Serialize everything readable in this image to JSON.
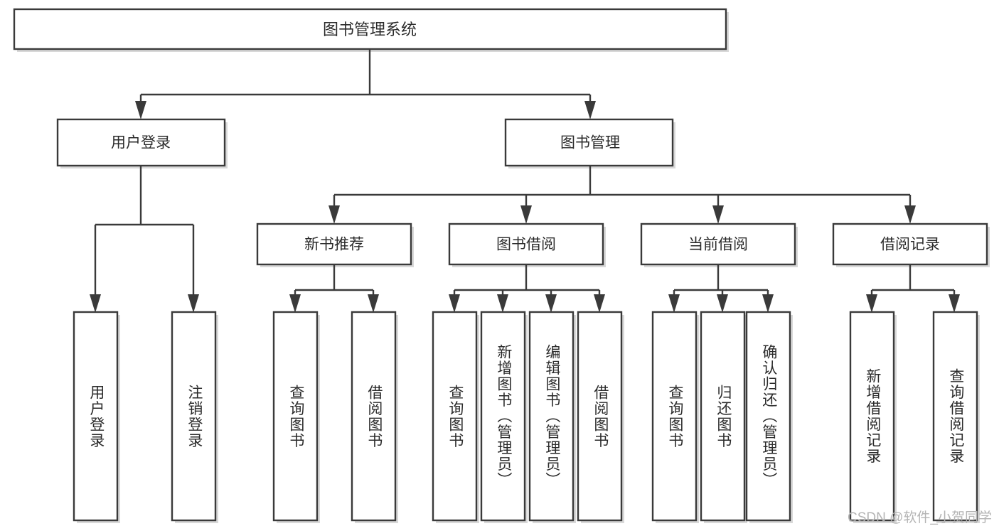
{
  "diagram": {
    "type": "tree-hierarchy",
    "title_node": {
      "id": "root",
      "label": "图书管理系统"
    },
    "level2": [
      {
        "id": "login",
        "label": "用户登录"
      },
      {
        "id": "bookmgmt",
        "label": "图书管理"
      }
    ],
    "level3": [
      {
        "id": "newbook",
        "label": "新书推荐",
        "parent": "bookmgmt"
      },
      {
        "id": "borrow",
        "label": "图书借阅",
        "parent": "bookmgmt"
      },
      {
        "id": "current",
        "label": "当前借阅",
        "parent": "bookmgmt"
      },
      {
        "id": "record",
        "label": "借阅记录",
        "parent": "bookmgmt"
      }
    ],
    "leaves": {
      "login": [
        "用户登录",
        "注销登录"
      ],
      "newbook": [
        "查询图书",
        "借阅图书"
      ],
      "borrow": [
        "查询图书",
        "新增图书（管理员）",
        "编辑图书（管理员）",
        "借阅图书"
      ],
      "current": [
        "查询图书",
        "归还图书",
        "确认归还（管理员）"
      ],
      "record": [
        "新增借阅记录",
        "查询借阅记录"
      ]
    },
    "colors": {
      "stroke": "#3a3a3a",
      "fill": "#ffffff",
      "text": "#2b2b2b",
      "watermark": "#b4b4b4"
    }
  },
  "watermark": {
    "text": "CSDN @软件_小贺同学"
  }
}
